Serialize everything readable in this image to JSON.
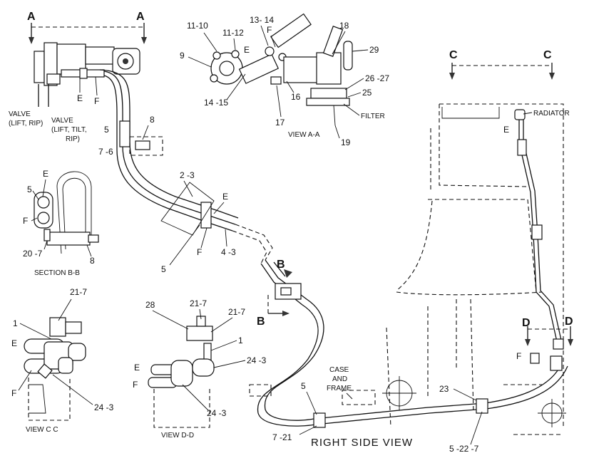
{
  "main_title": "RIGHT SIDE VIEW",
  "section_markers": {
    "a_left": "A",
    "a_right": "A",
    "b_top": "B",
    "b_bottom": "B",
    "c_left": "C",
    "c_right": "C",
    "d_left": "D",
    "d_right": "D"
  },
  "callouts": [
    {
      "id": "c1",
      "text": "VALVE"
    },
    {
      "id": "c2",
      "text": "(LIFT, RIP)"
    },
    {
      "id": "c3",
      "text": "VALVE"
    },
    {
      "id": "c4",
      "text": "(LIFT, TILT,"
    },
    {
      "id": "c5",
      "text": "RIP)"
    },
    {
      "id": "c6",
      "text": "E"
    },
    {
      "id": "c7",
      "text": "F"
    },
    {
      "id": "c8",
      "text": "5"
    },
    {
      "id": "c9",
      "text": "8"
    },
    {
      "id": "c10",
      "text": "7 -6"
    },
    {
      "id": "c11",
      "text": "2 -3"
    },
    {
      "id": "c12",
      "text": "E"
    },
    {
      "id": "c13",
      "text": "5"
    },
    {
      "id": "c14",
      "text": "F"
    },
    {
      "id": "c15",
      "text": "4 -3"
    },
    {
      "id": "c16",
      "text": "E"
    },
    {
      "id": "c17",
      "text": "5"
    },
    {
      "id": "c18",
      "text": "F"
    },
    {
      "id": "c19",
      "text": "20 -7"
    },
    {
      "id": "c20",
      "text": "8"
    },
    {
      "id": "c21",
      "text": "SECTION B-B"
    },
    {
      "id": "c22",
      "text": "11-10"
    },
    {
      "id": "c23",
      "text": "11-12"
    },
    {
      "id": "c24",
      "text": "13- 14"
    },
    {
      "id": "c25",
      "text": "F"
    },
    {
      "id": "c26",
      "text": "18"
    },
    {
      "id": "c27",
      "text": "9"
    },
    {
      "id": "c28",
      "text": "E"
    },
    {
      "id": "c29",
      "text": "29"
    },
    {
      "id": "c30",
      "text": "26 -27"
    },
    {
      "id": "c31",
      "text": "25"
    },
    {
      "id": "c32",
      "text": "14 -15"
    },
    {
      "id": "c33",
      "text": "16"
    },
    {
      "id": "c34",
      "text": "FILTER"
    },
    {
      "id": "c35",
      "text": "17"
    },
    {
      "id": "c36",
      "text": "VIEW  A-A"
    },
    {
      "id": "c37",
      "text": "19"
    },
    {
      "id": "c38",
      "text": "RADIATOR"
    },
    {
      "id": "c39",
      "text": "E"
    },
    {
      "id": "c40",
      "text": "21-7"
    },
    {
      "id": "c41",
      "text": "1"
    },
    {
      "id": "c42",
      "text": "E"
    },
    {
      "id": "c43",
      "text": "F"
    },
    {
      "id": "c44",
      "text": "24 -3"
    },
    {
      "id": "c45",
      "text": "VIEW  C C"
    },
    {
      "id": "c46",
      "text": "28"
    },
    {
      "id": "c47",
      "text": "21-7"
    },
    {
      "id": "c48",
      "text": "21-7"
    },
    {
      "id": "c49",
      "text": "1"
    },
    {
      "id": "c50",
      "text": "E"
    },
    {
      "id": "c51",
      "text": "24 -3"
    },
    {
      "id": "c52",
      "text": "F"
    },
    {
      "id": "c53",
      "text": "24 -3"
    },
    {
      "id": "c54",
      "text": "VIEW  D-D"
    },
    {
      "id": "c55",
      "text": "CASE"
    },
    {
      "id": "c56",
      "text": "AND"
    },
    {
      "id": "c57",
      "text": "FRAME"
    },
    {
      "id": "c58",
      "text": "5"
    },
    {
      "id": "c59",
      "text": "7 -21"
    },
    {
      "id": "c60",
      "text": "23"
    },
    {
      "id": "c61",
      "text": "F"
    },
    {
      "id": "c62",
      "text": "5 -22 -7"
    }
  ]
}
